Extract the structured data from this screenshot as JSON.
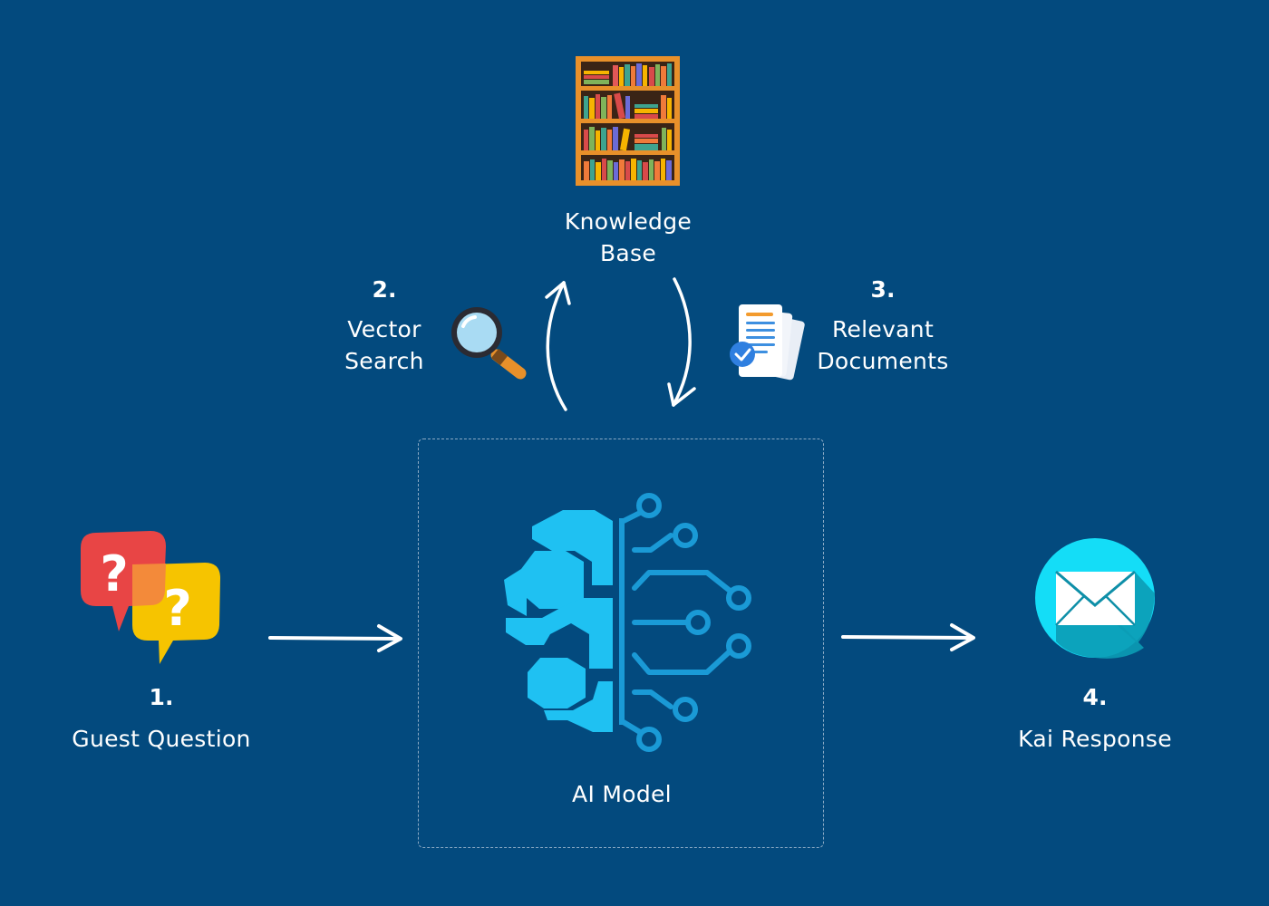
{
  "nodes": {
    "knowledge_base": {
      "label_line1": "Knowledge",
      "label_line2": "Base",
      "icon": "bookshelf-icon"
    },
    "vector_search": {
      "step": "2.",
      "label_line1": "Vector",
      "label_line2": "Search",
      "icon": "magnifier-icon"
    },
    "relevant_documents": {
      "step": "3.",
      "label_line1": "Relevant",
      "label_line2": "Documents",
      "icon": "documents-icon"
    },
    "guest_question": {
      "step": "1.",
      "label": "Guest Question",
      "icon": "question-bubbles-icon"
    },
    "ai_model": {
      "label": "AI Model",
      "icon": "ai-brain-icon"
    },
    "kai_response": {
      "step": "4.",
      "label": "Kai Response",
      "icon": "envelope-icon"
    }
  },
  "colors": {
    "background": "#034A7E",
    "brain": "#1FC1F2",
    "circuit": "#1A9AD6",
    "envelope_circle": "#14DDF7",
    "arrow": "#FFFFFF"
  }
}
